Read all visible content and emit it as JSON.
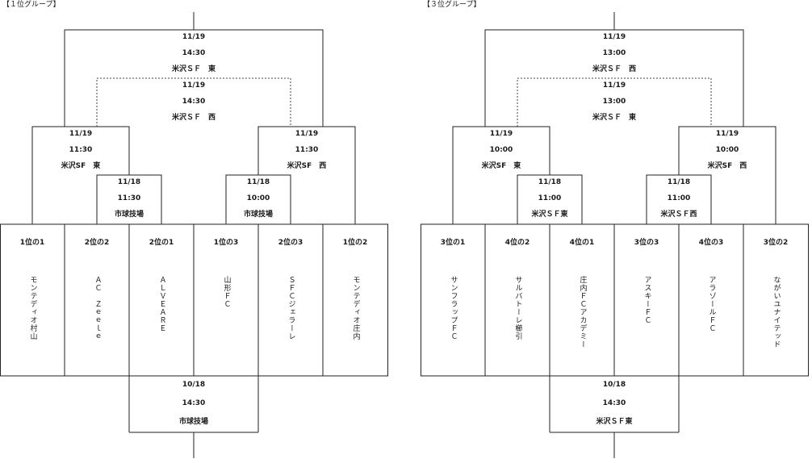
{
  "groups": [
    {
      "title": "【１位グループ】",
      "final": {
        "date": "11/19",
        "time": "14:30",
        "venue": "米沢ＳＦ　東",
        "date2": "11/19",
        "time2": "14:30",
        "venue2": "米沢ＳＦ　西"
      },
      "semi_left": {
        "date": "11/19",
        "time": "11:30",
        "venue": "米沢SF　東"
      },
      "semi_right": {
        "date": "11/19",
        "time": "11:30",
        "venue": "米沢SF　西"
      },
      "qf_left": {
        "date": "11/18",
        "time": "11:30",
        "venue": "市球技場"
      },
      "qf_right": {
        "date": "11/18",
        "time": "10:00",
        "venue": "市球技場"
      },
      "first_round": {
        "date": "10/18",
        "time": "14:30",
        "venue": "市球技場"
      },
      "teams": [
        {
          "rank": "1位の1",
          "name": "モンテディオ村山"
        },
        {
          "rank": "2位の2",
          "name": "ＡＣ　Ｚｅｅｌｅ"
        },
        {
          "rank": "2位の1",
          "name": "ＡＬＶＥＡＲＥ"
        },
        {
          "rank": "1位の3",
          "name": "山形ＦＣ"
        },
        {
          "rank": "2位の3",
          "name": "ＳＦＣジェラーレ"
        },
        {
          "rank": "1位の2",
          "name": "モンテディオ庄内"
        }
      ]
    },
    {
      "title": "【３位グループ】",
      "final": {
        "date": "11/19",
        "time": "13:00",
        "venue": "米沢ＳＦ　西",
        "date2": "11/19",
        "time2": "13:00",
        "venue2": "米沢ＳＦ　東"
      },
      "semi_left": {
        "date": "11/19",
        "time": "10:00",
        "venue": "米沢SF　東"
      },
      "semi_right": {
        "date": "11/19",
        "time": "10:00",
        "venue": "米沢SF　西"
      },
      "qf_left": {
        "date": "11/18",
        "time": "11:00",
        "venue": "米沢ＳＦ東"
      },
      "qf_right": {
        "date": "11/18",
        "time": "11:00",
        "venue": "米沢ＳＦ西"
      },
      "first_round": {
        "date": "10/18",
        "time": "14:30",
        "venue": "米沢ＳＦ東"
      },
      "teams": [
        {
          "rank": "3位の1",
          "name": "サンフラップＦＣ"
        },
        {
          "rank": "4位の2",
          "name": "サルバトーレ櫛引"
        },
        {
          "rank": "4位の1",
          "name": "庄内ＦＣアカデミー"
        },
        {
          "rank": "3位の3",
          "name": "アスキーＦＣ"
        },
        {
          "rank": "4位の3",
          "name": "アラゾールＦＣ"
        },
        {
          "rank": "3位の2",
          "name": "ながいユナイテッド"
        }
      ]
    }
  ]
}
